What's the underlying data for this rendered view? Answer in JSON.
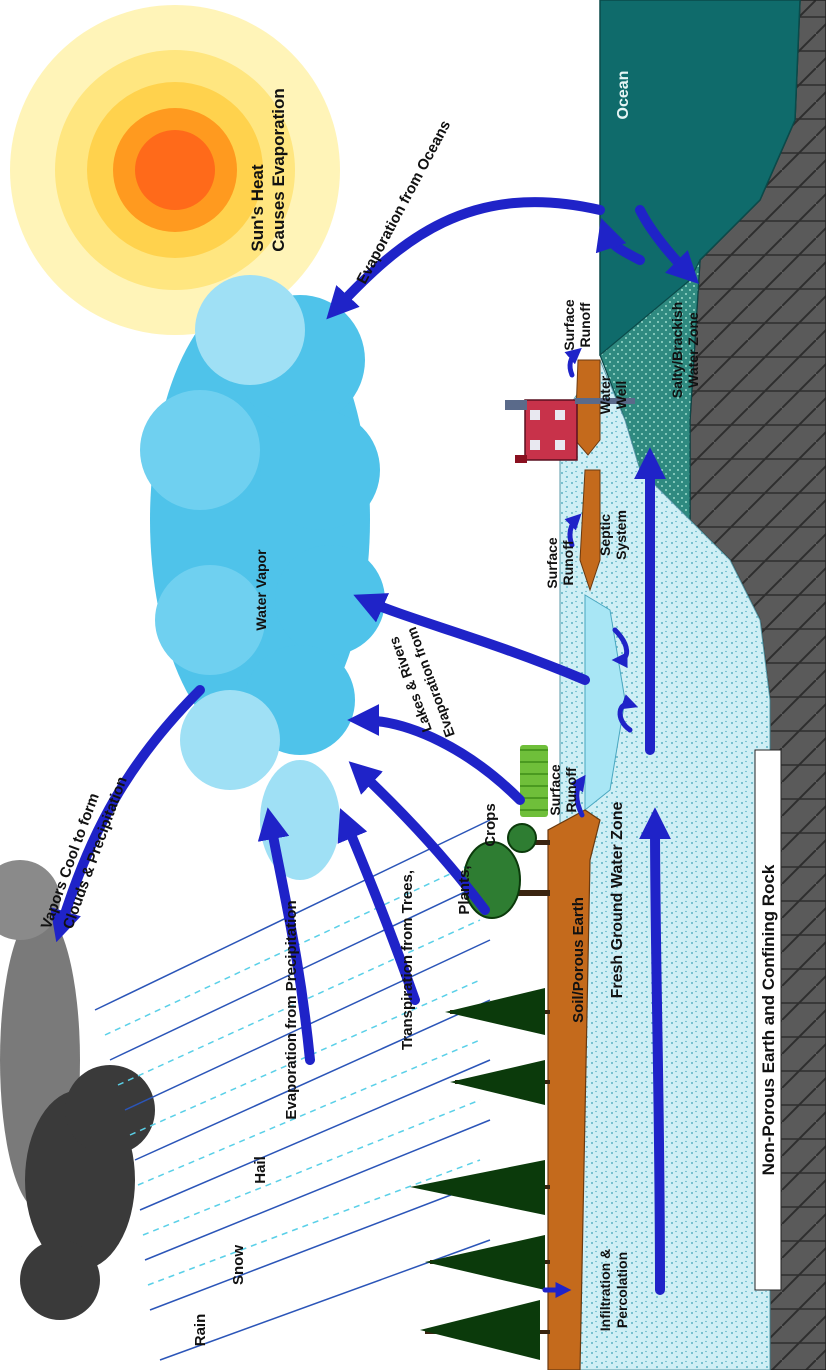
{
  "colors": {
    "sun_outer": "#fff4b8",
    "sun_mid": "#ffd24d",
    "sun_inner": "#ff9a1f",
    "sun_core": "#ff6a1a",
    "cloud_blue": "#4fc3ea",
    "cloud_light": "#9fe0f5",
    "storm_dark": "#3a3a3a",
    "storm_grey": "#7a7a7a",
    "arrow_blue": "#1f23c8",
    "ocean": "#0f6b6b",
    "soil": "#c46a1c",
    "groundwater": "#cfeff5",
    "rock": "#555555",
    "lake": "#a8e6f5",
    "tree_dark": "#0b3a0b",
    "tree_green": "#2e7d32",
    "crops": "#6fbf3a",
    "house_red": "#c8324a"
  },
  "labels": {
    "sun": [
      "Sun's Heat",
      "Causes Evaporation"
    ],
    "evap_oceans": "Evaporation from Oceans",
    "water_vapor": "Water Vapor",
    "vapors_cool": [
      "Vapors Cool to form",
      "Clouds & Precipitation"
    ],
    "rain": "Rain",
    "snow": "Snow",
    "hail": "Hail",
    "evap_precip": "Evaporation from Precipitation",
    "transpiration_trees": "Transpiration from Trees,",
    "plants": "Plants,",
    "crops": "Crops",
    "evap_lakes": [
      "Evaporation from",
      "Lakes & Rivers"
    ],
    "surface_runoff": [
      "Surface",
      "Runoff"
    ],
    "water_well": [
      "Water",
      "Well"
    ],
    "septic_system": [
      "Septic",
      "System"
    ],
    "salty_zone": [
      "Salty/Brackish",
      "Water Zone"
    ],
    "ocean": "Ocean",
    "soil": "Soil/Porous Earth",
    "fresh_ground": "Fresh Ground Water Zone",
    "infiltration": [
      "Infiltration &",
      "Percolation"
    ],
    "non_porous": "Non-Porous Earth and Confining Rock"
  }
}
